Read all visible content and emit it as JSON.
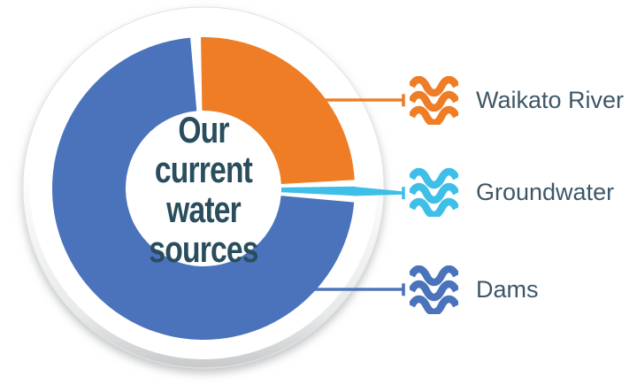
{
  "chart_data": {
    "type": "donut",
    "title": "Our current water sources",
    "center_label_lines": [
      "Our",
      "current",
      "water",
      "sources"
    ],
    "series": [
      {
        "name": "Waikato River",
        "value": 25,
        "color": "#EE7D26"
      },
      {
        "name": "Groundwater",
        "value": 1,
        "color": "#3FBEE8"
      },
      {
        "name": "Dams",
        "value": 74,
        "color": "#4B73BC"
      }
    ],
    "units": "share of supply",
    "legend_position": "right"
  },
  "legend": {
    "icon_name": "water-waves-icon"
  },
  "style_colors": {
    "center_text": "#2A4D5D",
    "label_text": "#3E5768",
    "badge_rim": "#C7C9CB"
  }
}
